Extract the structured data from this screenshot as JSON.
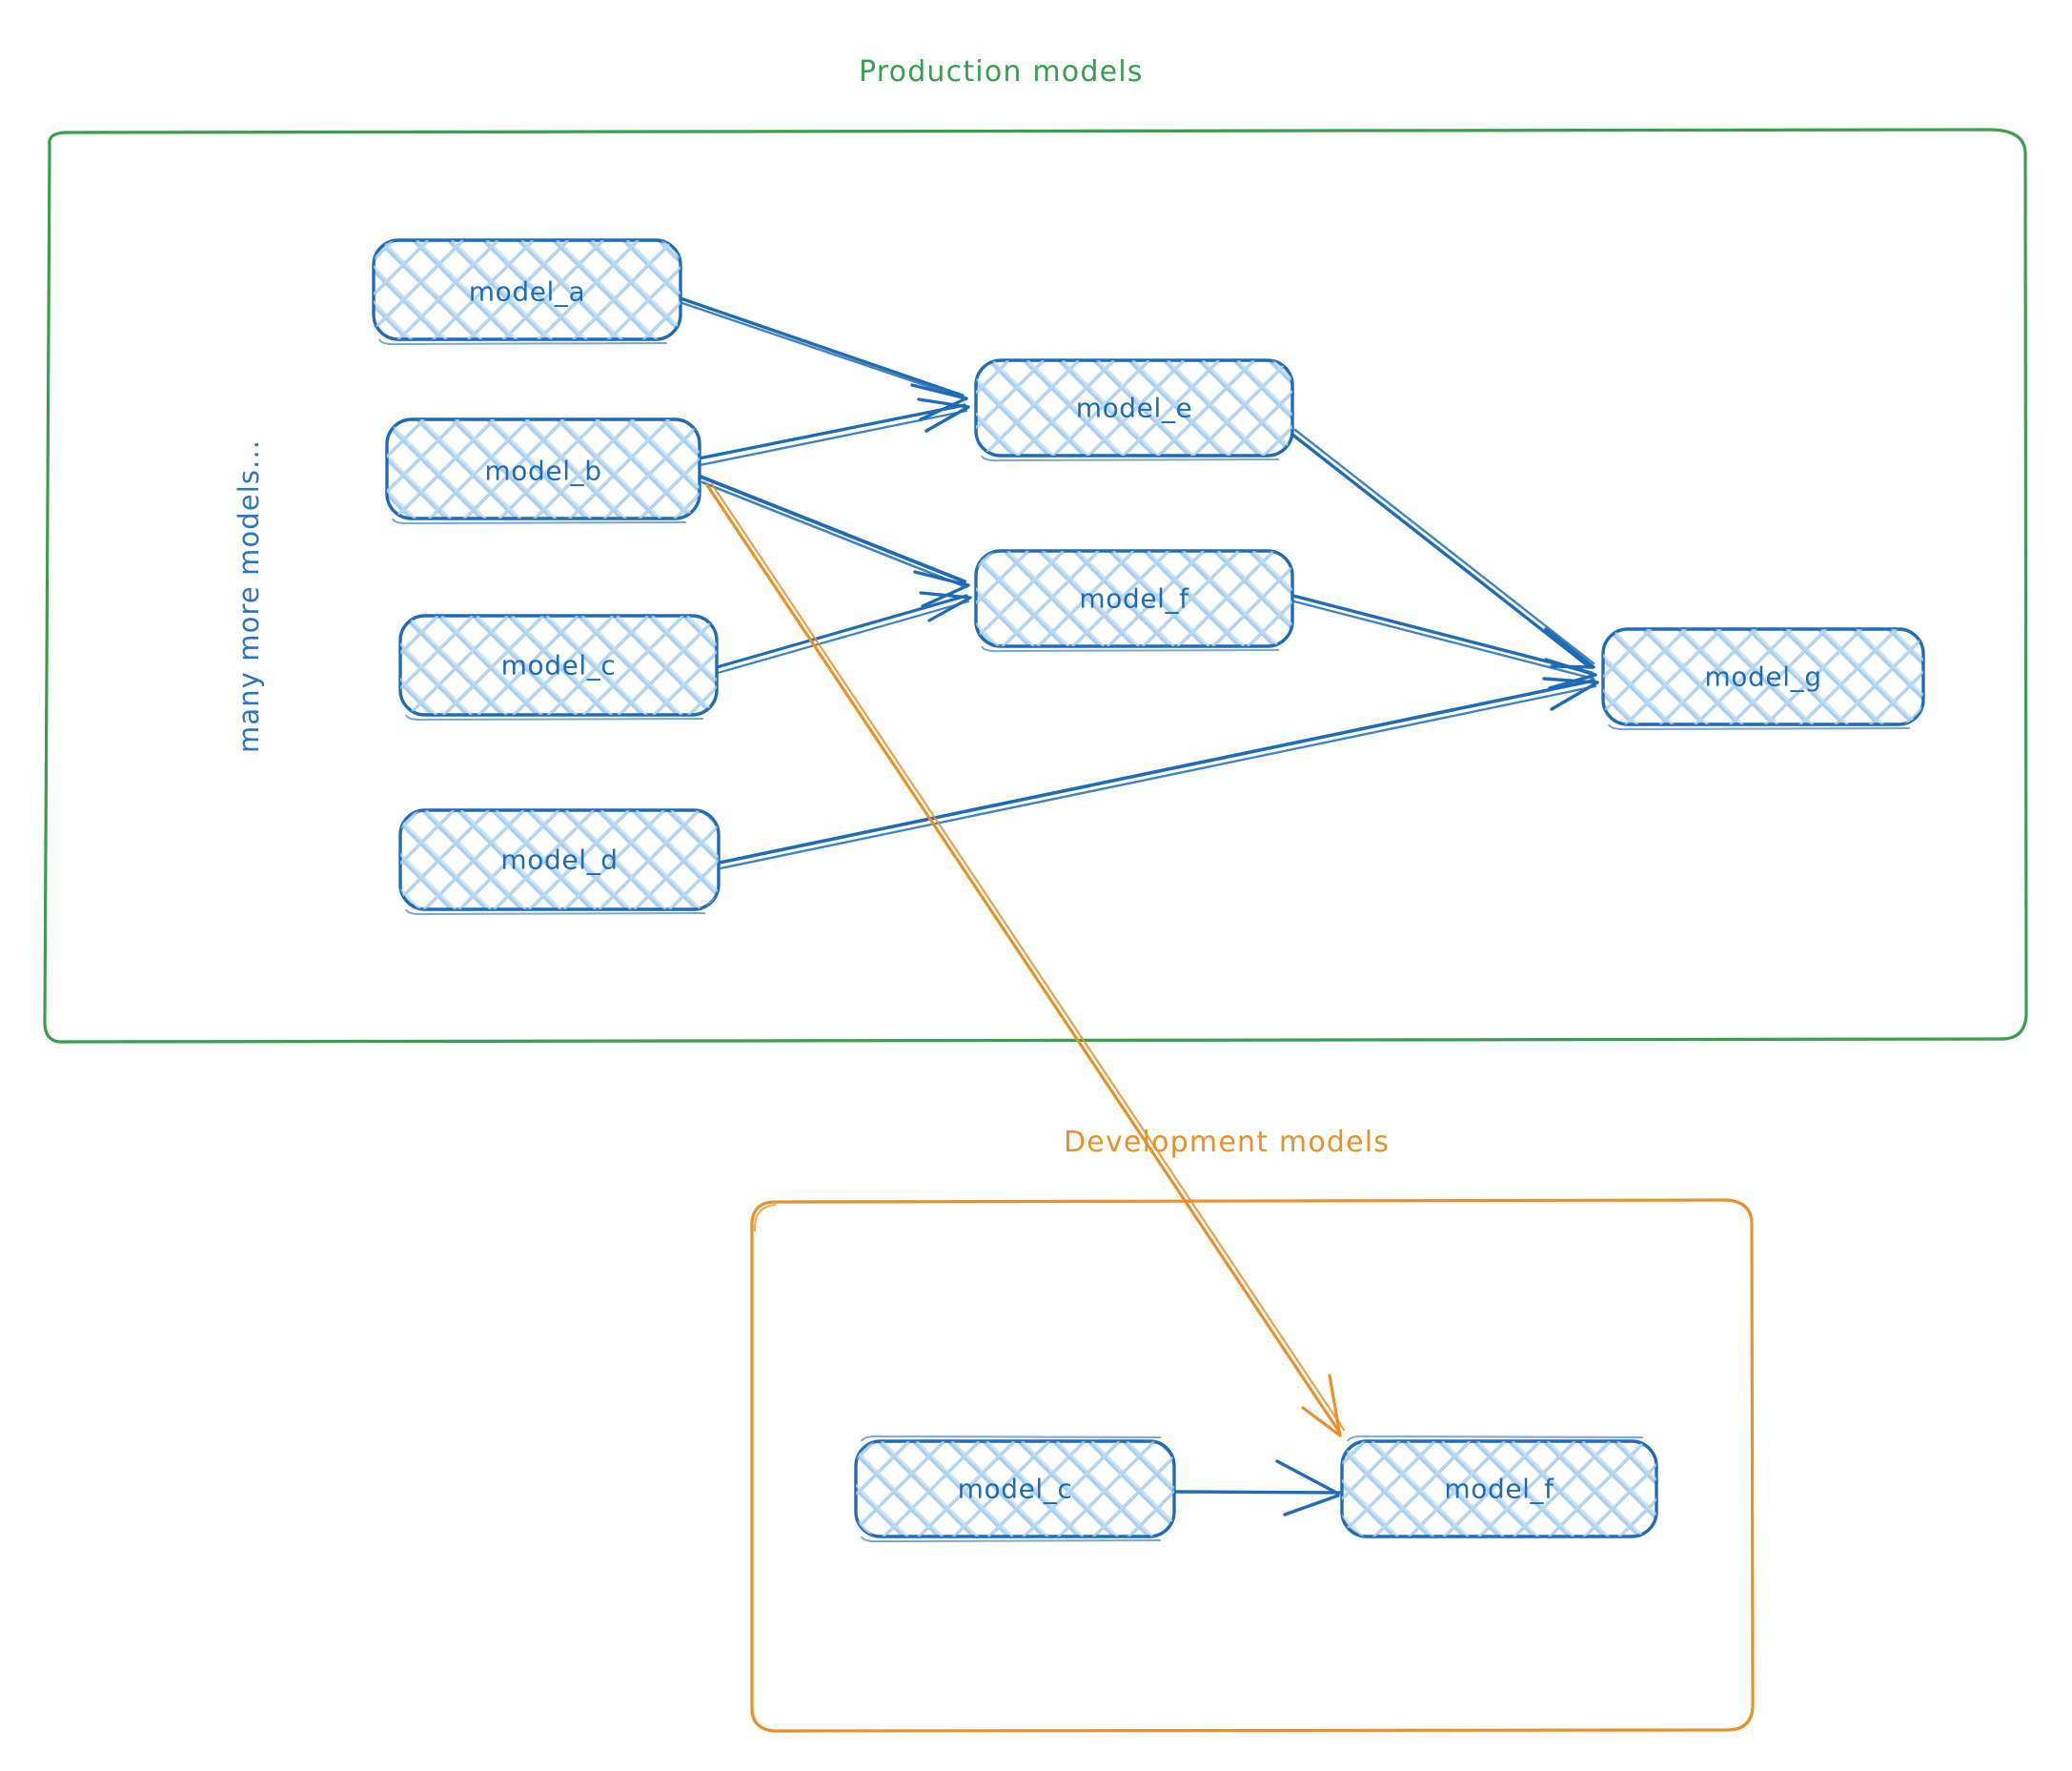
{
  "diagram": {
    "type": "flow-diagram",
    "style": "hand-drawn-sketch",
    "colors": {
      "production_group": "#3b9e4e",
      "development_group": "#e8912b",
      "node_stroke": "#1f6cb5",
      "node_fill_hatch": "#a9d0ee",
      "node_text": "#1f6cb5",
      "edge_blue": "#1f6cb5",
      "edge_orange": "#e8912b",
      "background": "#ffffff"
    },
    "groups": [
      {
        "id": "production",
        "title": "Production models",
        "title_color": "#3b9e4e",
        "border_color": "#3b9e4e"
      },
      {
        "id": "development",
        "title": "Development models",
        "title_color": "#e8912b",
        "border_color": "#e8912b"
      }
    ],
    "side_note": "many more models...",
    "nodes": [
      {
        "id": "prod_a",
        "label": "model_a",
        "group": "production"
      },
      {
        "id": "prod_b",
        "label": "model_b",
        "group": "production"
      },
      {
        "id": "prod_c",
        "label": "model_c",
        "group": "production"
      },
      {
        "id": "prod_d",
        "label": "model_d",
        "group": "production"
      },
      {
        "id": "prod_e",
        "label": "model_e",
        "group": "production"
      },
      {
        "id": "prod_f",
        "label": "model_f",
        "group": "production"
      },
      {
        "id": "prod_g",
        "label": "model_g",
        "group": "production"
      },
      {
        "id": "dev_c",
        "label": "model_c",
        "group": "development"
      },
      {
        "id": "dev_f",
        "label": "model_f",
        "group": "development"
      }
    ],
    "edges": [
      {
        "from": "prod_a",
        "to": "prod_e",
        "color": "#1f6cb5"
      },
      {
        "from": "prod_b",
        "to": "prod_e",
        "color": "#1f6cb5"
      },
      {
        "from": "prod_b",
        "to": "prod_f",
        "color": "#1f6cb5"
      },
      {
        "from": "prod_c",
        "to": "prod_f",
        "color": "#1f6cb5"
      },
      {
        "from": "prod_e",
        "to": "prod_g",
        "color": "#1f6cb5"
      },
      {
        "from": "prod_f",
        "to": "prod_g",
        "color": "#1f6cb5"
      },
      {
        "from": "prod_d",
        "to": "prod_g",
        "color": "#1f6cb5"
      },
      {
        "from": "prod_b",
        "to": "dev_f",
        "color": "#e8912b"
      },
      {
        "from": "dev_c",
        "to": "dev_f",
        "color": "#1f6cb5"
      }
    ]
  }
}
